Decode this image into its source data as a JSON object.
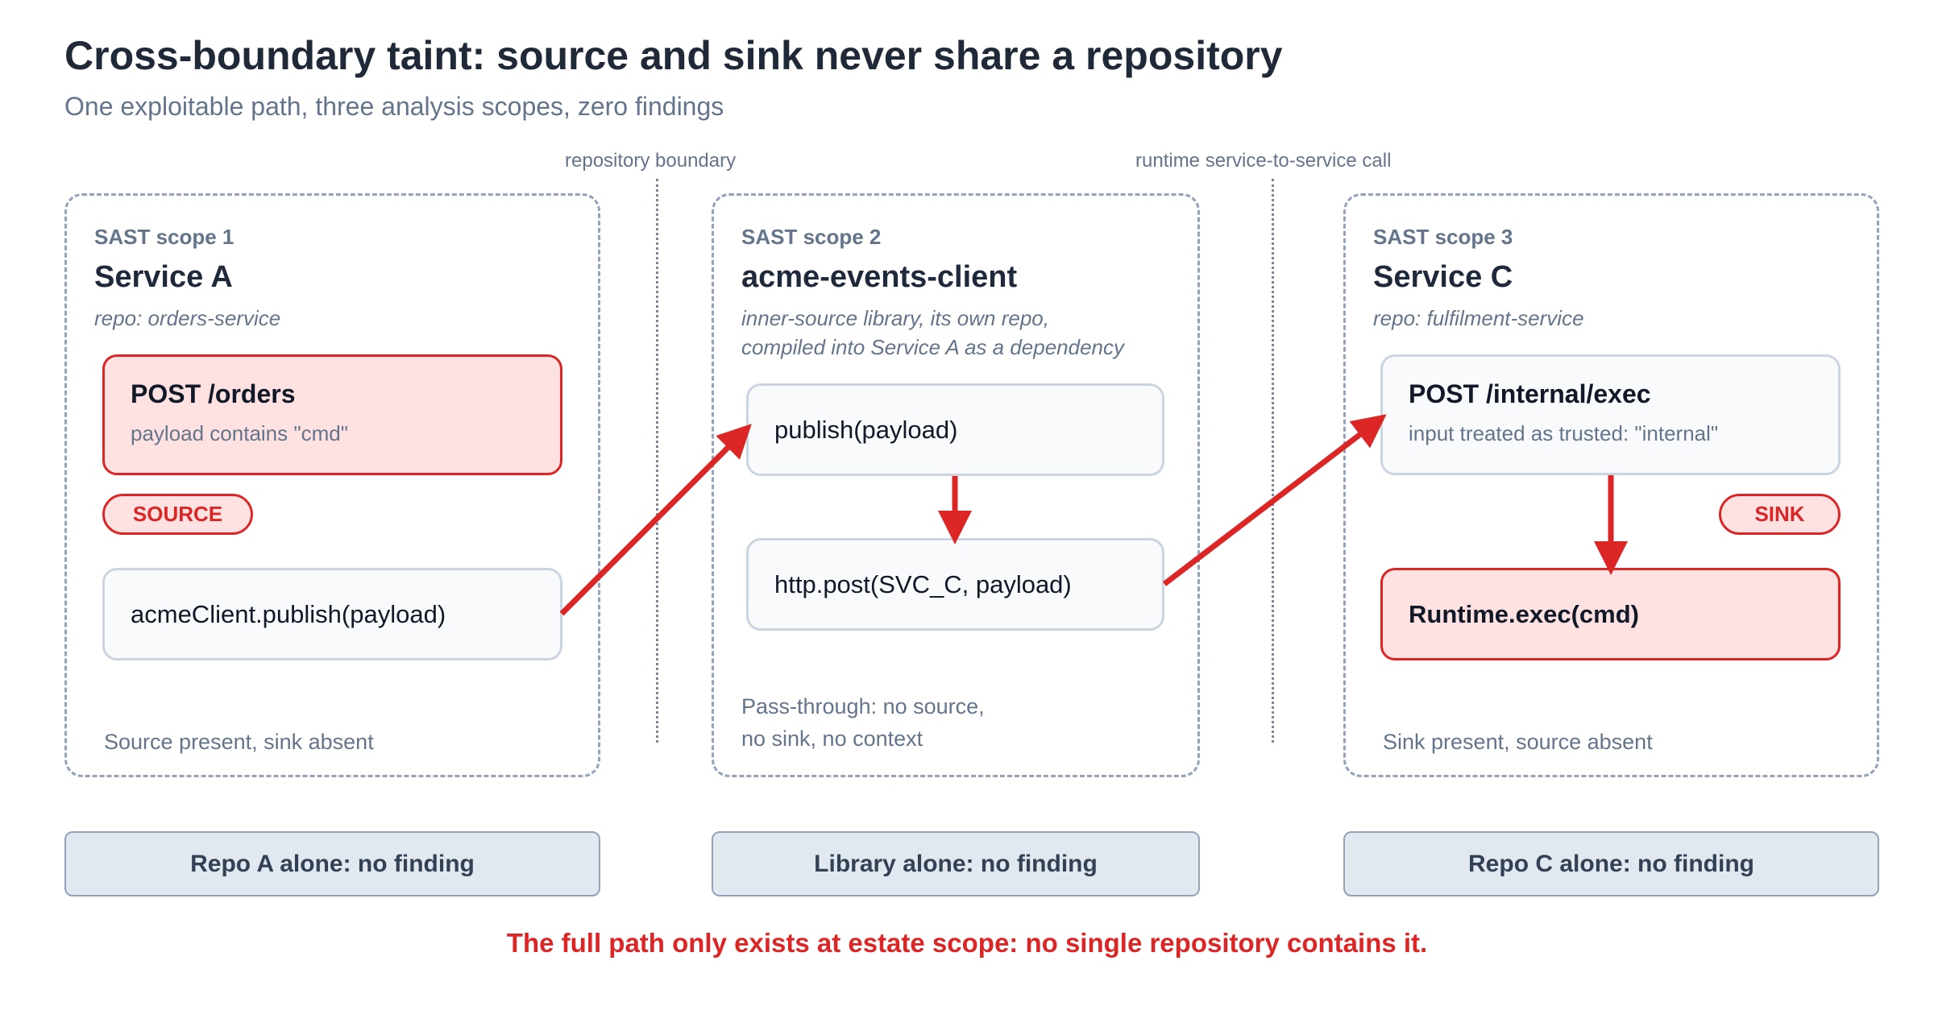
{
  "title": "Cross-boundary taint: source and sink never share a repository",
  "subtitle": "One exploitable path, three analysis scopes, zero findings",
  "dividers": {
    "repo_boundary": "repository boundary",
    "runtime_call": "runtime service-to-service call"
  },
  "scopes": [
    {
      "label": "SAST scope 1",
      "name": "Service A",
      "repo_lines": [
        "repo: orders-service"
      ],
      "note_lines": [
        "Source present, sink absent"
      ]
    },
    {
      "label": "SAST scope 2",
      "name": "acme-events-client",
      "repo_lines": [
        "inner-source library, its own repo,",
        "compiled into Service A as a dependency"
      ],
      "note_lines": [
        "Pass-through: no source,",
        "no sink, no context"
      ]
    },
    {
      "label": "SAST scope 3",
      "name": "Service C",
      "repo_lines": [
        "repo: fulfilment-service"
      ],
      "note_lines": [
        "Sink present, source absent"
      ]
    }
  ],
  "nodes": {
    "a_entry_title": "POST /orders",
    "a_entry_sub": "payload contains \"cmd\"",
    "a_call": "acmeClient.publish(payload)",
    "lib_publish": "publish(payload)",
    "lib_http": "http.post(SVC_C, payload)",
    "c_entry_title": "POST /internal/exec",
    "c_entry_sub": "input treated as trusted: \"internal\"",
    "c_exec": "Runtime.exec(cmd)"
  },
  "badges": {
    "source": "SOURCE",
    "sink": "SINK"
  },
  "results": [
    "Repo A alone: no finding",
    "Library alone: no finding",
    "Repo C alone: no finding"
  ],
  "footer": "The full path only exists at estate scope: no single repository contains it.",
  "colors": {
    "accent_red": "#dc2626",
    "red_fill": "#fee2e2",
    "dash_border": "#94a3b8",
    "muted_text": "#64748b"
  }
}
